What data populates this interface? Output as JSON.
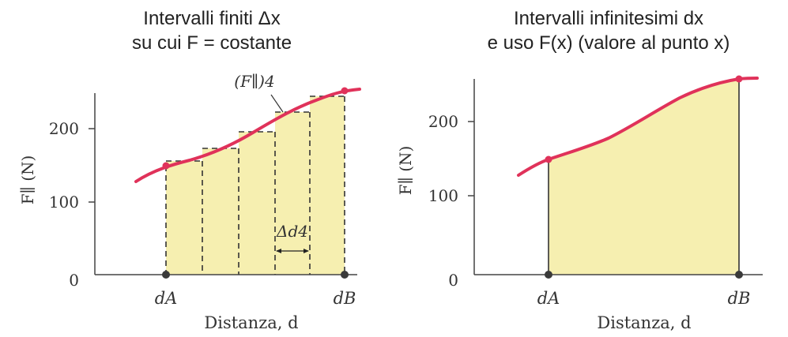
{
  "left_panel": {
    "title_line1": "Intervalli finiti Δx",
    "title_line2": "su cui F = costante",
    "y_axis_label": "F∥ (N)",
    "x_axis_label": "Distanza, d",
    "y_ticks": [
      "0",
      "100",
      "200"
    ],
    "x_points": [
      "dA",
      "dB"
    ],
    "curve_label": "(F∥)4",
    "interval_label": "Δd4"
  },
  "right_panel": {
    "title_line1": "Intervalli infinitesimi dx",
    "title_line2": "e uso F(x) (valore al punto x)",
    "y_axis_label": "F∥ (N)",
    "x_axis_label": "Distanza, d",
    "y_ticks": [
      "0",
      "100",
      "200"
    ],
    "x_points": [
      "dA",
      "dB"
    ]
  },
  "colors": {
    "curve": "#e0325a",
    "fill": "#f6efb0",
    "axis": "#444444",
    "point": "#3a3a3a"
  }
}
